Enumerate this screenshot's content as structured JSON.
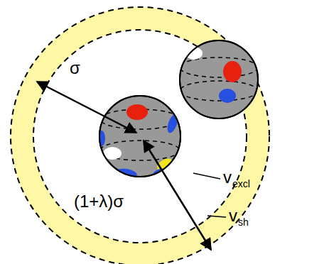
{
  "diagram": {
    "labels": [
      "σ",
      "(1+λ)σ",
      "v",
      "excl",
      "v",
      "sh"
    ]
  }
}
